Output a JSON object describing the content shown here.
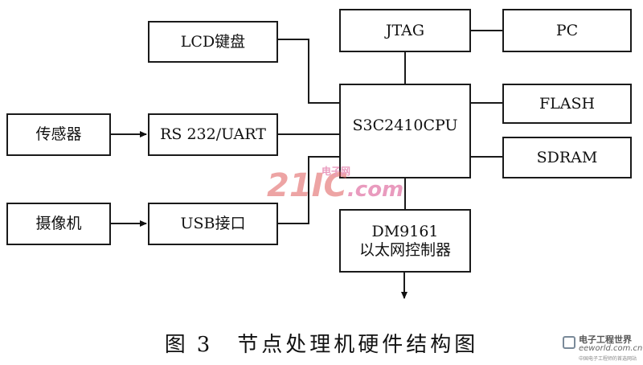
{
  "diagram": {
    "nodes": {
      "lcd": "LCD键盘",
      "sensor": "传感器",
      "rs232": "RS 232/UART",
      "camera": "摄像机",
      "usb": "USB接口",
      "jtag": "JTAG",
      "pc": "PC",
      "cpu": "S3C2410CPU",
      "flash": "FLASH",
      "sdram": "SDRAM",
      "dm9161_line1": "DM9161",
      "dm9161_line2": "以太网控制器"
    }
  },
  "caption": {
    "prefix": "图",
    "number": "3",
    "text": "节点处理机硬件结构图"
  },
  "watermark": {
    "main": "21IC",
    "dot": ".com",
    "cn": "电子网"
  },
  "logo": {
    "line1": "电子工程世界",
    "line2": "eeworld.com.cn",
    "line3": "中国电子工程师的首选网站"
  }
}
